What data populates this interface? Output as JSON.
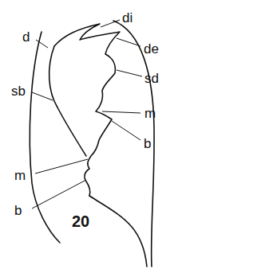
{
  "diagram": {
    "labels": [
      "di",
      "de",
      "d",
      "sd",
      "sb",
      "m",
      "m",
      "b",
      "b",
      "20"
    ]
  }
}
